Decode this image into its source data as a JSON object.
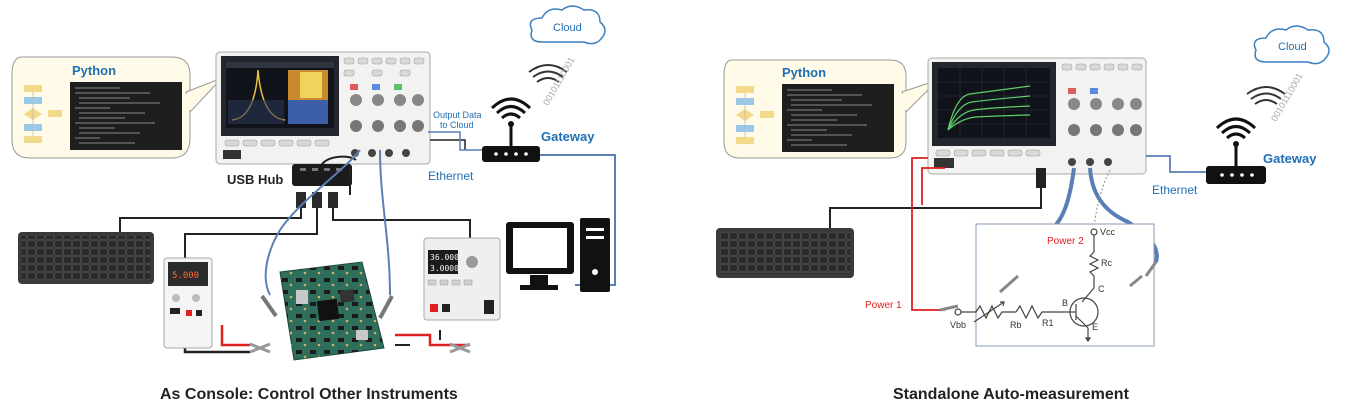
{
  "left_panel": {
    "bubble_title": "Python",
    "usb_hub": "USB Hub",
    "output_data_line1": "Output Data",
    "output_data_line2": "to Cloud",
    "gateway": "Gateway",
    "ethernet": "Ethernet",
    "cloud": "Cloud",
    "binary": "00101110001",
    "psu_display_top": "36.000",
    "psu_display_bottom": "3.0000",
    "small_psu_display": "5.000",
    "caption": "As Console: Control Other Instruments"
  },
  "right_panel": {
    "bubble_title": "Python",
    "gateway": "Gateway",
    "ethernet": "Ethernet",
    "cloud": "Cloud",
    "binary": "00101110001",
    "power1": "Power 1",
    "power2": "Power 2",
    "vcc": "Vcc",
    "rc": "Rc",
    "vbb": "Vbb",
    "rb": "Rb",
    "r1": "R1",
    "b": "B",
    "c": "C",
    "e": "E",
    "caption": "Standalone Auto-measurement"
  },
  "colors": {
    "blue_label": "#1f6fb5",
    "cable_blue": "#5a7fb5",
    "red_wire": "#e02020",
    "screen_dark": "#1a1d24",
    "bubble_fill": "#fffbe8"
  }
}
